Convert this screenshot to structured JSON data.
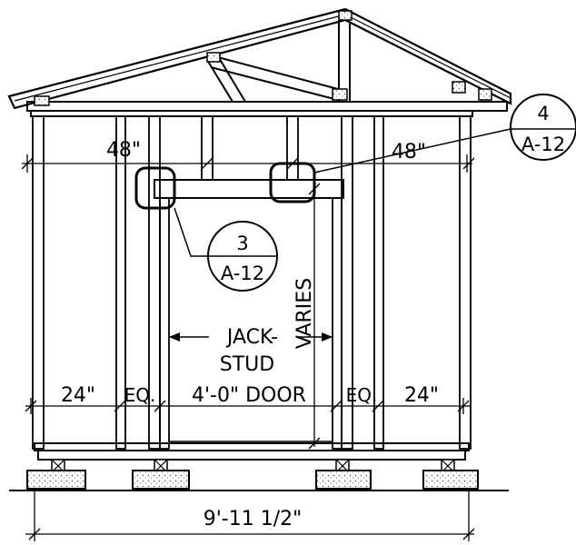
{
  "dimensions": {
    "top_left": "48\"",
    "top_right": "48\"",
    "bottom_left": "24\"",
    "eq_left": "EQ.",
    "door": "4'-0\" DOOR",
    "eq_right": "EQ.",
    "bottom_right": "24\"",
    "overall": "9'-11 1/2\"",
    "varies": "VARIES"
  },
  "labels": {
    "jack_line1": "JACK-",
    "jack_line2": "STUD"
  },
  "callouts": {
    "left": {
      "number": "3",
      "sheet": "A-12"
    },
    "right": {
      "number": "4",
      "sheet": "A-12"
    }
  }
}
